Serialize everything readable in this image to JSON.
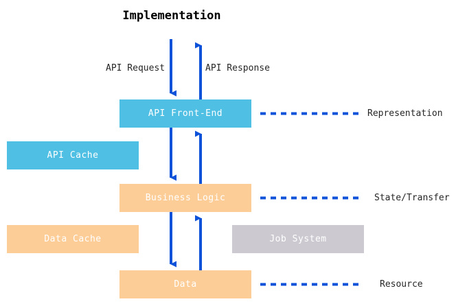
{
  "diagram": {
    "title": "Implementation",
    "type": "block-flow-diagram",
    "colors": {
      "blue_node": "#4fbfe3",
      "orange_node": "#fdcd98",
      "gray_node": "#ccc9d0",
      "arrow_blue": "#0d52d9",
      "dashed_blue": "#0d52d9",
      "text_dark": "#262626",
      "node_text": "#ffffff",
      "background": "#ffffff"
    },
    "nodes": [
      {
        "id": "api-frontend",
        "label": "API Front-End",
        "layer": "representation",
        "color": "#4fbfe3"
      },
      {
        "id": "api-cache",
        "label": "API Cache",
        "layer": "representation",
        "color": "#4fbfe3"
      },
      {
        "id": "business-logic",
        "label": "Business Logic",
        "layer": "state-transfer",
        "color": "#fdcd98"
      },
      {
        "id": "data-cache",
        "label": "Data Cache",
        "layer": "resource",
        "color": "#fdcd98"
      },
      {
        "id": "job-system",
        "label": "Job System",
        "layer": "resource",
        "color": "#ccc9d0"
      },
      {
        "id": "data",
        "label": "Data",
        "layer": "resource",
        "color": "#fdcd98"
      }
    ],
    "edge_labels": {
      "api_request": "API Request",
      "api_response": "API Response"
    },
    "layer_labels": [
      {
        "id": "representation",
        "label": "Representation"
      },
      {
        "id": "state-transfer",
        "label": "State/Transfer"
      },
      {
        "id": "resource",
        "label": "Resource"
      }
    ],
    "arrows": [
      {
        "name": "api-request-arrow",
        "from": "outside-top",
        "to": "api-frontend",
        "direction": "down"
      },
      {
        "name": "api-response-arrow",
        "from": "api-frontend",
        "to": "outside-top",
        "direction": "up"
      },
      {
        "name": "frontend-to-logic-arrow",
        "from": "api-frontend",
        "to": "business-logic",
        "direction": "down"
      },
      {
        "name": "logic-to-frontend-arrow",
        "from": "business-logic",
        "to": "api-frontend",
        "direction": "up"
      },
      {
        "name": "logic-to-data-arrow",
        "from": "business-logic",
        "to": "data",
        "direction": "down"
      },
      {
        "name": "data-to-logic-arrow",
        "from": "data",
        "to": "business-logic",
        "direction": "up"
      }
    ]
  }
}
